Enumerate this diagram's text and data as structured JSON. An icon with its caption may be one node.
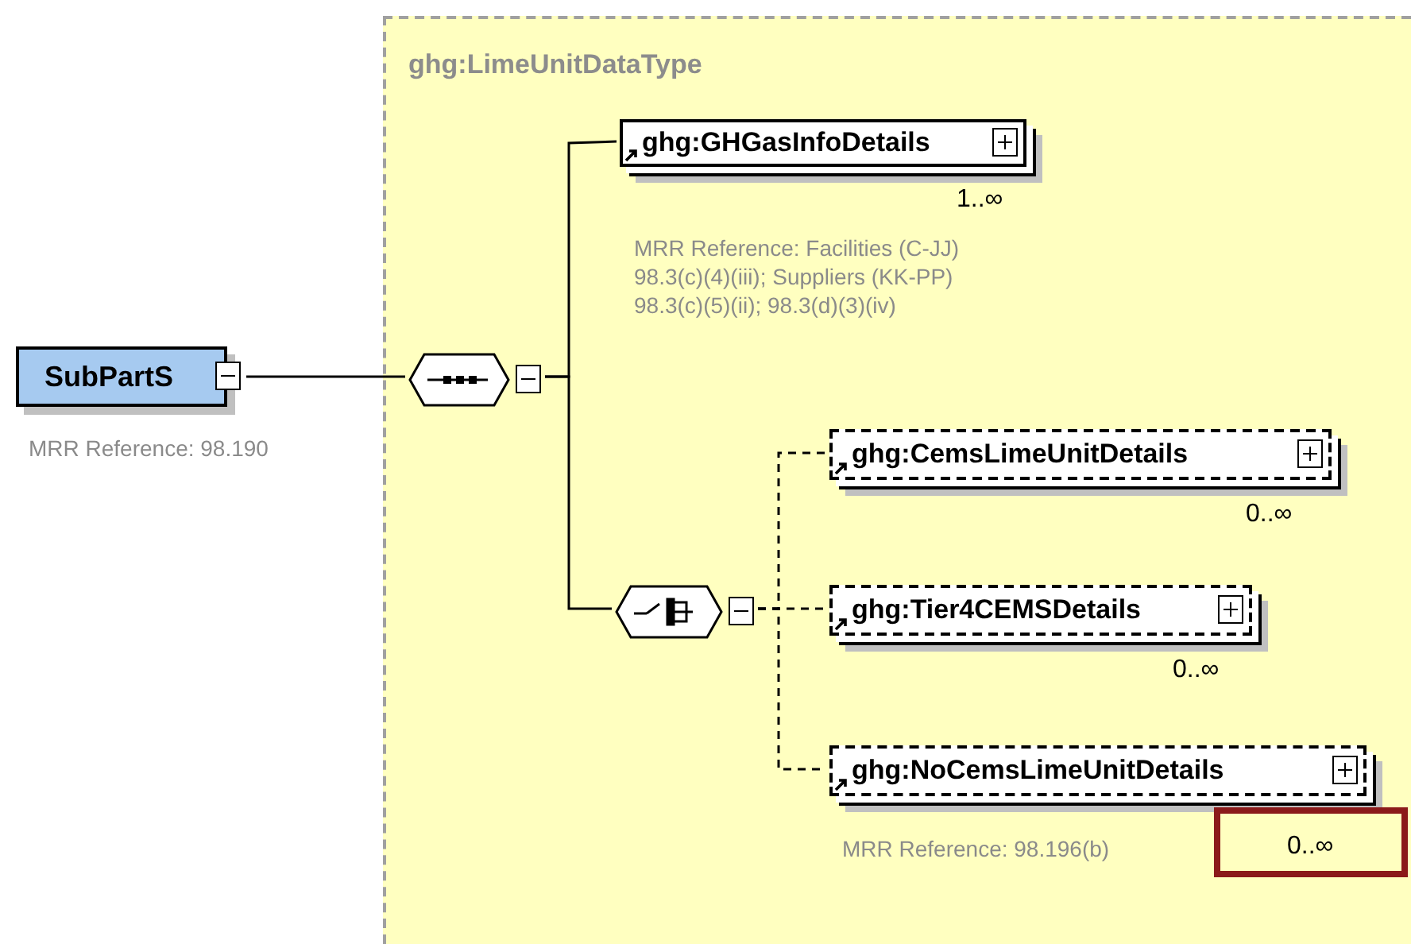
{
  "diagram": {
    "nodes": [
      {
        "text": [
          "SubPartS"
        ],
        "beside": [
          "MRR Reference:  98.190"
        ]
      },
      {
        "text": [
          "ghg:LimeUnitDataType"
        ]
      },
      {
        "text": [],
        "shape": "octagon",
        "in": 1
      },
      {
        "text": [
          "ghg:GHGasInfoDetails"
        ],
        "in": 1,
        "beside": [
          "1..∞",
          "MRR Reference:  Facilities (C-JJ) 98.3(c)(4)(iii); Suppliers (KK-PP) 98.3(c)(5)(ii); 98.3(d)(3)(iv)"
        ]
      },
      {
        "text": [],
        "shape": "octagon",
        "in": 1
      },
      {
        "text": [
          "ghg:CemsLimeUnitDetails"
        ],
        "in": 1,
        "beside": [
          "0..∞"
        ]
      },
      {
        "text": [
          "ghg:Tier4CEMSDetails"
        ],
        "in": 1,
        "beside": [
          "0..∞"
        ]
      },
      {
        "text": [
          "ghg:NoCemsLimeUnitDetails"
        ],
        "in": 1,
        "beside": [
          "0..∞",
          "MRR Reference:  98.196(b)"
        ]
      }
    ],
    "edges": [
      {
        "from": 0,
        "to": 2,
        "arrow": "none"
      },
      {
        "from": 2,
        "to": 3,
        "arrow": "none"
      },
      {
        "from": 2,
        "to": 4,
        "arrow": "none"
      },
      {
        "from": 4,
        "to": 5,
        "arrow": "none",
        "style": "dashed"
      },
      {
        "from": 4,
        "to": 6,
        "arrow": "none",
        "style": "dashed"
      },
      {
        "from": 4,
        "to": 7,
        "arrow": "none",
        "style": "dashed"
      }
    ]
  }
}
